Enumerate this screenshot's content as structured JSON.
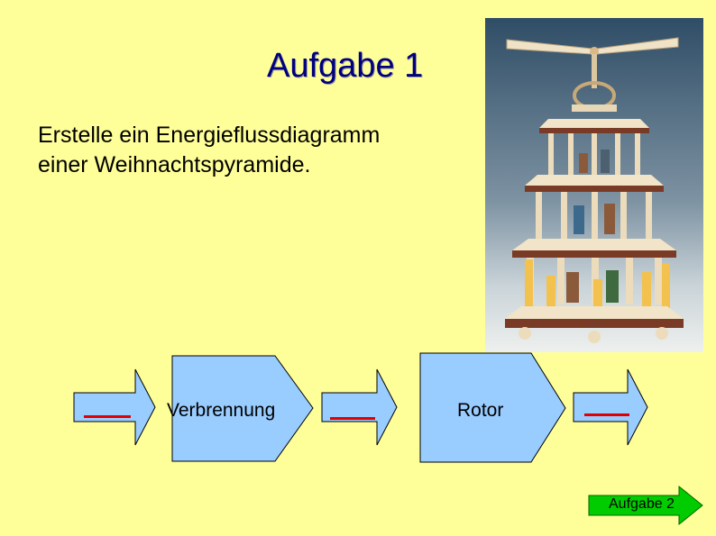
{
  "slide": {
    "title": "Aufgabe 1",
    "task_line1": "Erstelle ein Energieflussdiagramm",
    "task_line2": "einer Weihnachtspyramide."
  },
  "diagram": {
    "step1_label": "Verbrennung",
    "step2_label": "Rotor"
  },
  "nav": {
    "next_label": "Aufgabe 2"
  },
  "colors": {
    "background": "#ffff99",
    "title": "#000080",
    "shape_fill": "#99ccff",
    "blank_line": "#e00000",
    "button": "#00cc00"
  }
}
